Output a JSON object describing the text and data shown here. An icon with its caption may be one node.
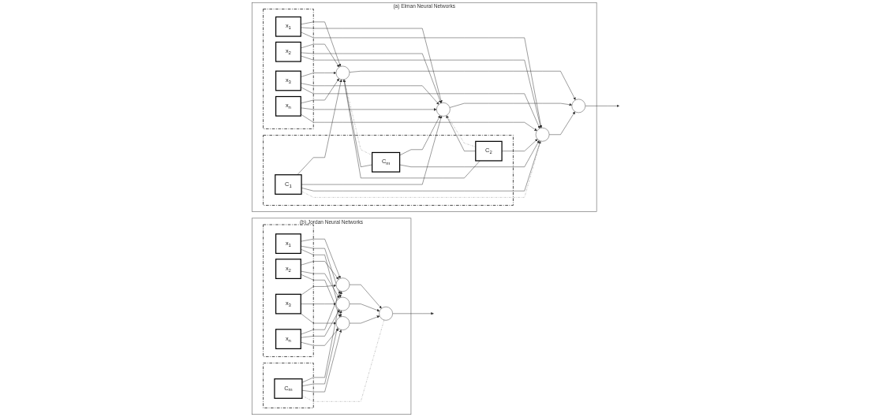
{
  "diagram": {
    "nodes": [
      {
        "text": [
          "(a) Elman Neural Networks"
        ]
      },
      {
        "text": [],
        "shape": "box",
        "in": 0
      },
      {
        "text": [
          "C$_{1}$"
        ],
        "in": 1
      },
      {
        "text": [
          "C$_{2}$"
        ],
        "in": 1
      },
      {
        "text": [
          "C$_{m}$"
        ],
        "in": 1
      },
      {
        "text": [],
        "shape": "box",
        "in": 0
      },
      {
        "text": [
          "x$_{1}$"
        ],
        "in": 5
      },
      {
        "text": [
          "x$_{2}$"
        ],
        "in": 5
      },
      {
        "text": [
          "x$_{3}$"
        ],
        "in": 5
      },
      {
        "text": [
          "x$_{n}$"
        ],
        "in": 5
      },
      {
        "text": [],
        "shape": "circle",
        "in": 0
      },
      {
        "text": [],
        "shape": "circle",
        "in": 0
      },
      {
        "text": [],
        "shape": "circle",
        "in": 0
      },
      {
        "text": [],
        "shape": "circle",
        "in": 0
      },
      {
        "text": [
          "(b) Jordan Neural Networks"
        ]
      },
      {
        "text": [],
        "shape": "box",
        "in": 14
      },
      {
        "text": [
          "C$_{m}$"
        ],
        "in": 15
      },
      {
        "text": [],
        "shape": "box",
        "in": 14
      },
      {
        "text": [
          "x$_{1}$"
        ],
        "in": 17
      },
      {
        "text": [
          "x$_{2}$"
        ],
        "in": 17
      },
      {
        "text": [
          "x$_{3}$"
        ],
        "in": 17
      },
      {
        "text": [
          "x$_{n}$"
        ],
        "in": 17
      },
      {
        "text": [],
        "shape": "circle",
        "in": 14
      },
      {
        "text": [],
        "shape": "circle",
        "in": 14
      },
      {
        "text": [],
        "shape": "circle",
        "in": 14
      },
      {
        "text": [],
        "shape": "circle",
        "in": 14
      }
    ],
    "edges": [
      {
        "from": 2,
        "to": 10,
        "arrow": "to"
      },
      {
        "from": 2,
        "to": 11,
        "arrow": "to"
      },
      {
        "from": 2,
        "to": 12,
        "arrow": "to"
      },
      {
        "from": 3,
        "to": 10,
        "arrow": "to"
      },
      {
        "from": 3,
        "to": 11,
        "arrow": "to"
      },
      {
        "from": 3,
        "to": 12,
        "arrow": "to"
      },
      {
        "from": 4,
        "to": 10,
        "arrow": "to"
      },
      {
        "from": 4,
        "to": 11,
        "arrow": "to"
      },
      {
        "from": 4,
        "to": 12,
        "arrow": "to"
      },
      {
        "from": 6,
        "to": 10,
        "arrow": "to"
      },
      {
        "from": 6,
        "to": 11,
        "arrow": "to"
      },
      {
        "from": 6,
        "to": 12,
        "arrow": "to"
      },
      {
        "from": 7,
        "to": 10,
        "arrow": "to"
      },
      {
        "from": 7,
        "to": 11,
        "arrow": "to"
      },
      {
        "from": 7,
        "to": 12,
        "arrow": "to"
      },
      {
        "from": 8,
        "to": 10,
        "arrow": "to"
      },
      {
        "from": 8,
        "to": 11,
        "arrow": "to"
      },
      {
        "from": 8,
        "to": 12,
        "arrow": "to"
      },
      {
        "from": 9,
        "to": 10,
        "arrow": "to"
      },
      {
        "from": 9,
        "to": 11,
        "arrow": "to"
      },
      {
        "from": 9,
        "to": 12,
        "arrow": "to"
      },
      {
        "from": 10,
        "to": 13,
        "arrow": "to"
      },
      {
        "from": 11,
        "to": 13,
        "arrow": "to"
      },
      {
        "from": 12,
        "to": 13,
        "arrow": "to"
      },
      {
        "from": 13,
        "to": null,
        "arrow": "to"
      },
      {
        "from": 10,
        "to": 4,
        "arrow": "none",
        "style": "dashed",
        "color": "#999999"
      },
      {
        "from": 11,
        "to": 3,
        "arrow": "none",
        "style": "dashed",
        "color": "#999999"
      },
      {
        "from": 12,
        "to": 2,
        "arrow": "none",
        "style": "dashed",
        "color": "#999999"
      },
      {
        "from": 16,
        "to": 22,
        "arrow": "to"
      },
      {
        "from": 16,
        "to": 23,
        "arrow": "to"
      },
      {
        "from": 16,
        "to": 24,
        "arrow": "to"
      },
      {
        "from": 18,
        "to": 22,
        "arrow": "to"
      },
      {
        "from": 18,
        "to": 23,
        "arrow": "to"
      },
      {
        "from": 18,
        "to": 24,
        "arrow": "to"
      },
      {
        "from": 19,
        "to": 22,
        "arrow": "to"
      },
      {
        "from": 19,
        "to": 23,
        "arrow": "to"
      },
      {
        "from": 19,
        "to": 24,
        "arrow": "to"
      },
      {
        "from": 20,
        "to": 22,
        "arrow": "to"
      },
      {
        "from": 20,
        "to": 23,
        "arrow": "to"
      },
      {
        "from": 20,
        "to": 24,
        "arrow": "to"
      },
      {
        "from": 21,
        "to": 22,
        "arrow": "to"
      },
      {
        "from": 21,
        "to": 23,
        "arrow": "to"
      },
      {
        "from": 21,
        "to": 24,
        "arrow": "to"
      },
      {
        "from": 22,
        "to": 25,
        "arrow": "to"
      },
      {
        "from": 23,
        "to": 25,
        "arrow": "to"
      },
      {
        "from": 24,
        "to": 25,
        "arrow": "to"
      },
      {
        "from": 25,
        "to": null,
        "arrow": "to"
      },
      {
        "from": 25,
        "to": 16,
        "arrow": "none",
        "style": "dashed",
        "color": "#999999"
      }
    ]
  }
}
